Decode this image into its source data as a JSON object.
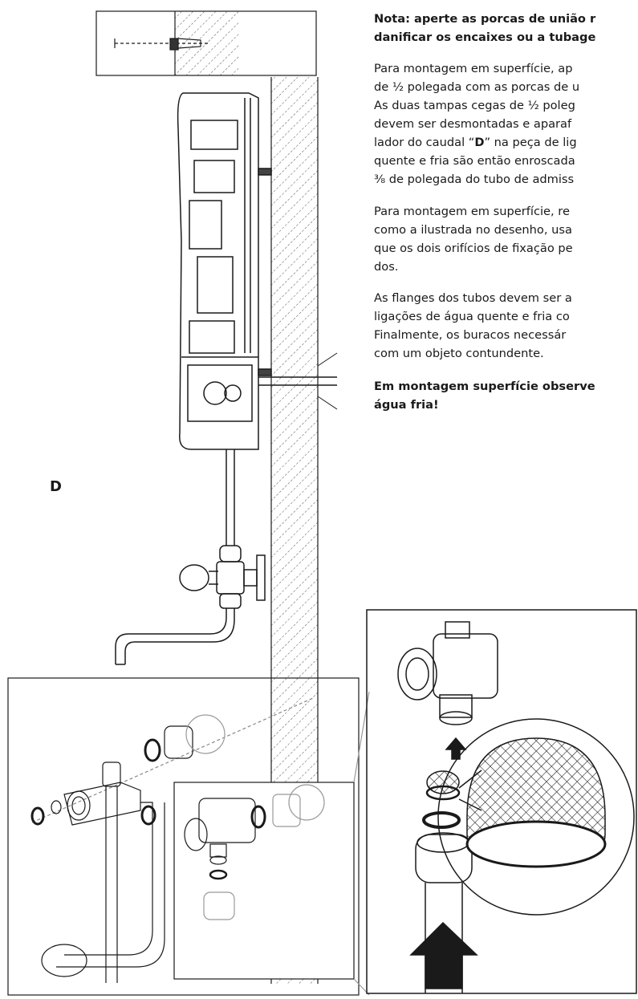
{
  "note": {
    "lines": [
      "Nota: aperte as porcas de união r",
      "danificar os encaixes ou a tubage"
    ]
  },
  "paragraphs": [
    {
      "lines": [
        "Para montagem em superfície, ap",
        "de ½ polegada com as porcas de u",
        "As duas tampas cegas de ½ poleg",
        "devem ser desmontadas e aparaf",
        "lador do caudal “D” na peça de lig",
        "quente e fria são então enroscada",
        "⅜ de polegada do tubo de admiss"
      ]
    },
    {
      "lines": [
        "Para montagem em superfície, re",
        "como a ilustrada no desenho, usa",
        "que os dois orifícios de fixação pe",
        "dos."
      ]
    },
    {
      "lines": [
        "As flanges dos tubos devem ser a",
        "ligações de água quente e fria co",
        "Finalmente, os buracos  necessár",
        "com um objeto contundente."
      ]
    }
  ],
  "warning": {
    "lines": [
      "Em montagem superfície observe",
      "água fria!"
    ]
  },
  "figure": {
    "label_d": "D",
    "colors": {
      "line": "#1a1a1a",
      "hatch": "#555555",
      "light": "#bbbbbb"
    }
  }
}
